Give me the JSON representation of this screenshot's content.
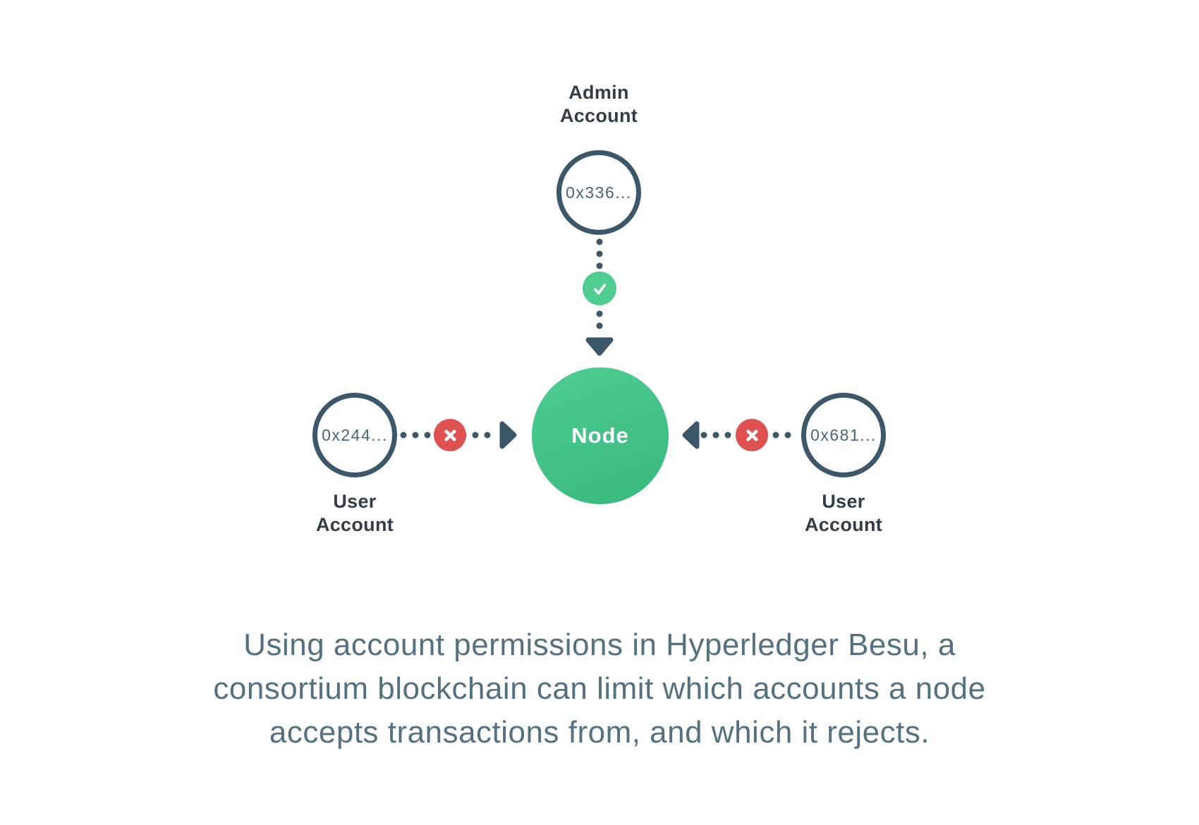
{
  "diagram": {
    "admin_account": {
      "label": "Admin\nAccount",
      "address": "0x336..."
    },
    "node": {
      "label": "Node"
    },
    "user_account_left": {
      "label": "User\nAccount",
      "address": "0x244..."
    },
    "user_account_right": {
      "label": "User\nAccount",
      "address": "0x681..."
    },
    "icons": {
      "allowed": "check-icon",
      "denied": "x-icon",
      "flow": "arrowhead-icon"
    }
  },
  "caption": {
    "text": "Using account permissions in Hyperledger Besu, a\nconsortium blockchain can limit which accounts a node\naccepts transactions from, and which it rejects."
  },
  "colors": {
    "slate": "#3B5769",
    "label-dark": "#343D47",
    "address-text": "#4A6578",
    "green-light": "#4ECD93",
    "green-dark": "#37B87C",
    "green-badge": "#4FCC90",
    "red": "#E05252",
    "caption": "#54717F"
  }
}
